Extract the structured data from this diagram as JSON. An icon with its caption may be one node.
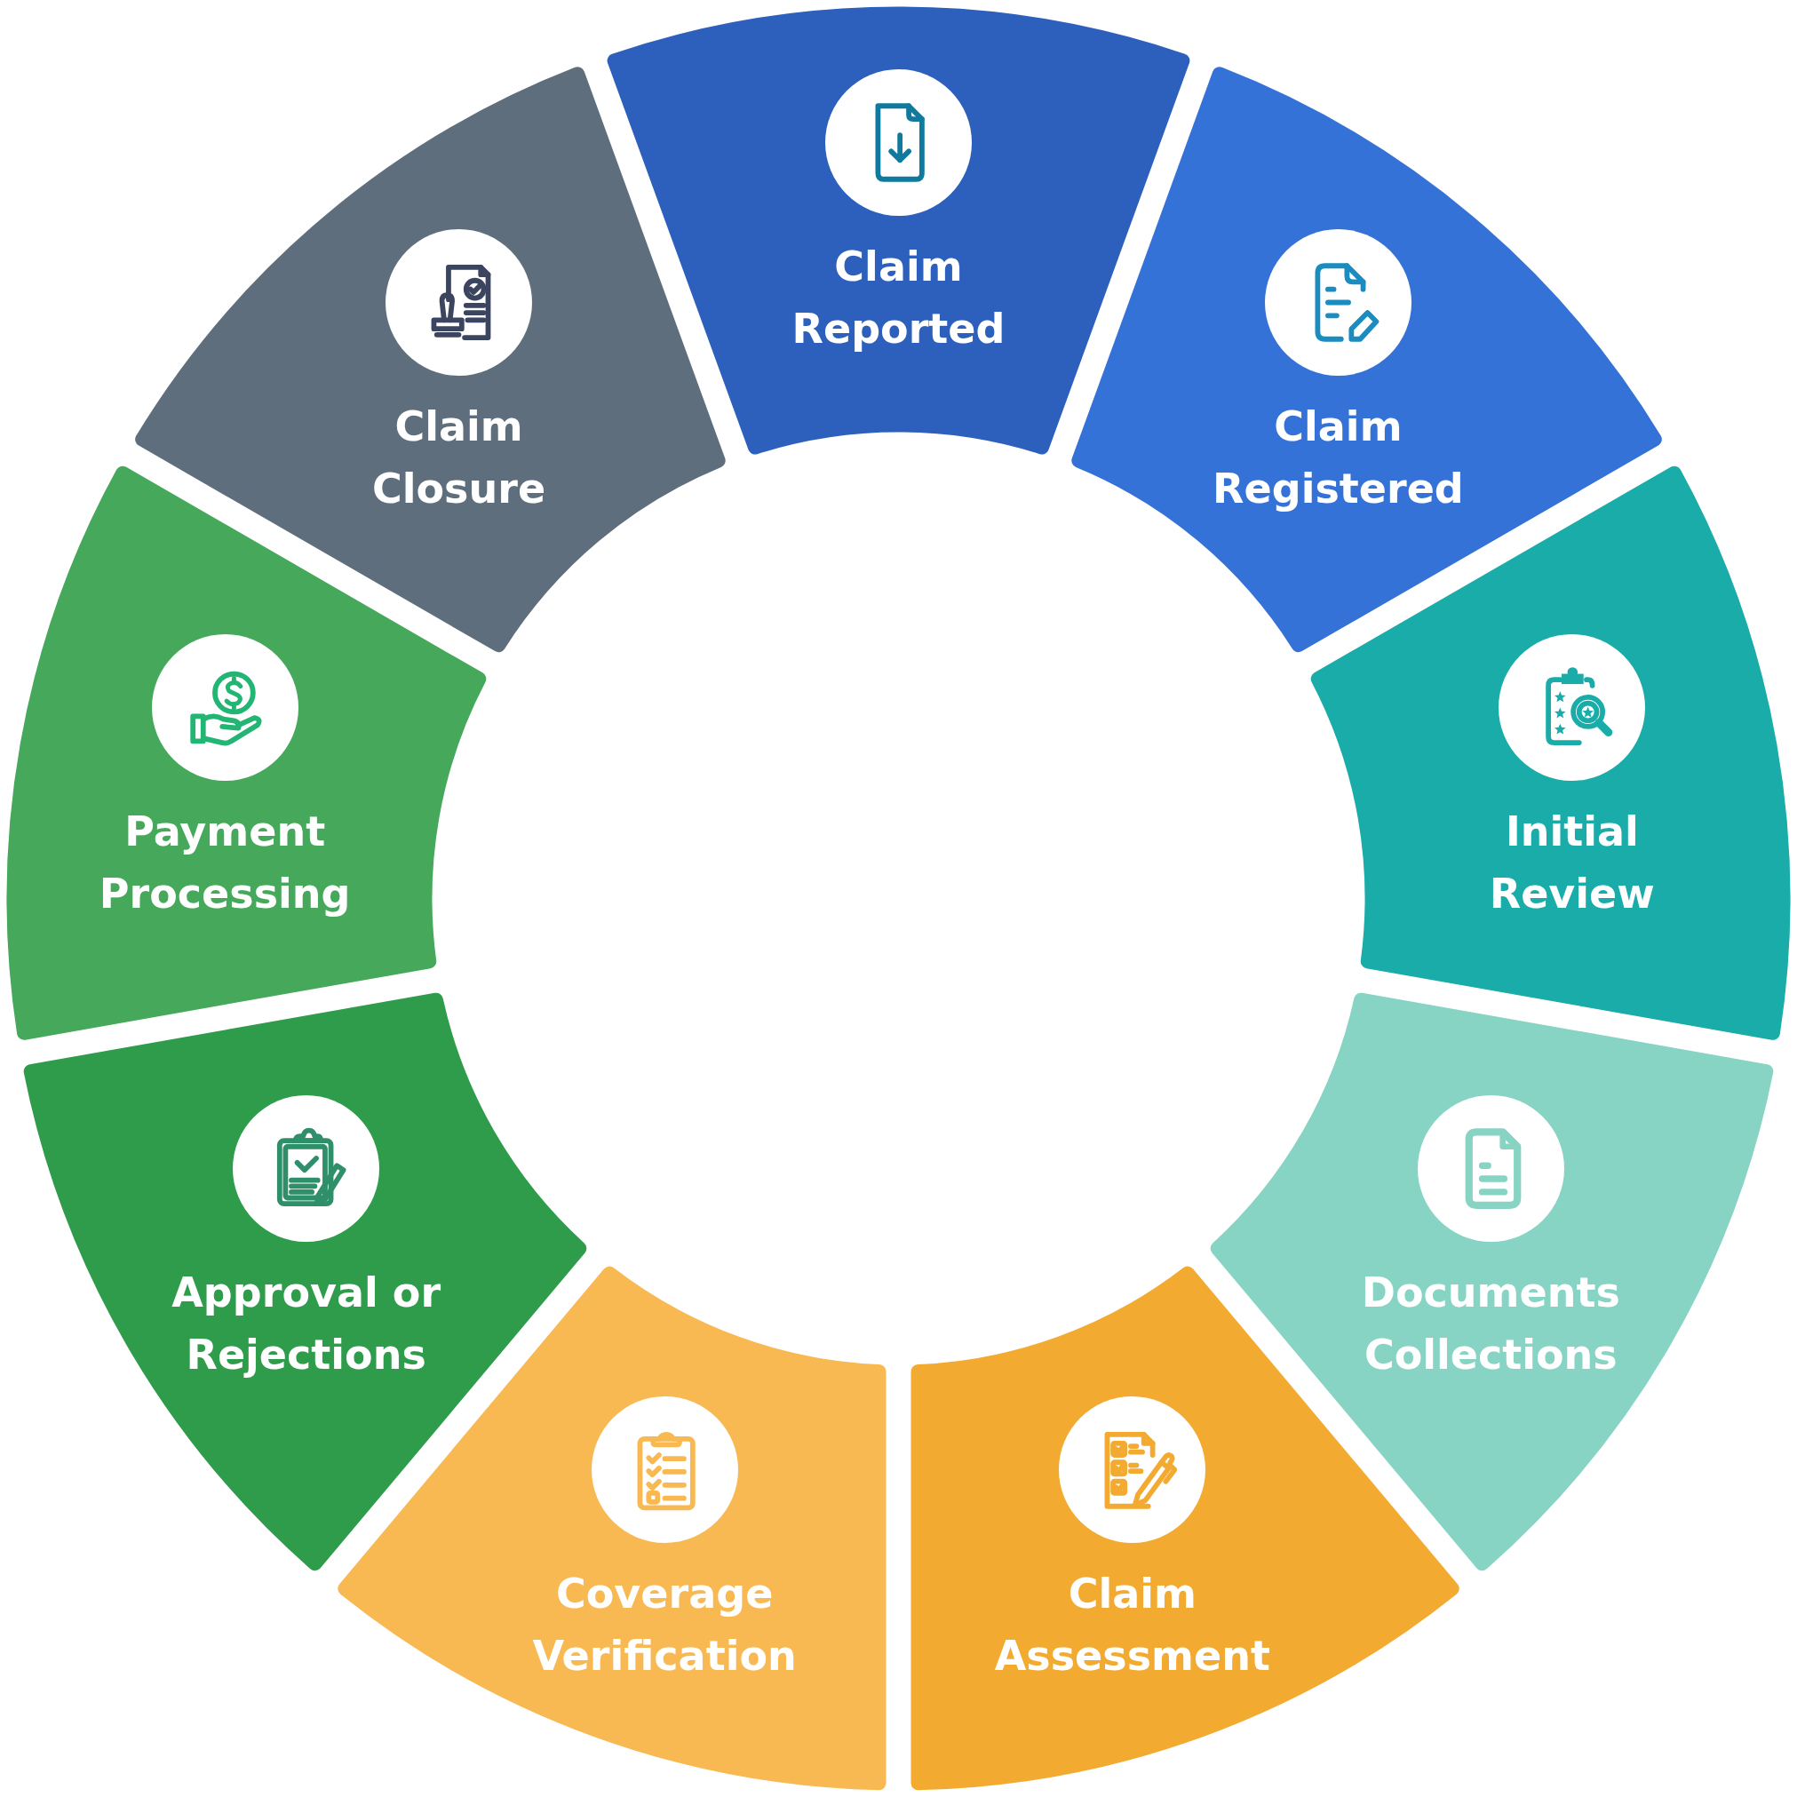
{
  "diagram": {
    "nodes": [
      {
        "text": [
          "Claim Reported"
        ]
      },
      {
        "text": [
          "Claim Registered"
        ]
      },
      {
        "text": [
          "Initial Review"
        ]
      },
      {
        "text": [
          "Documents Collections"
        ]
      },
      {
        "text": [
          "Claim Assessment"
        ]
      },
      {
        "text": [
          "Coverage Verification"
        ]
      },
      {
        "text": [
          "Approval or Rejections"
        ]
      },
      {
        "text": [
          "Payment Processing"
        ]
      },
      {
        "text": [
          "Claim Closure"
        ]
      }
    ]
  }
}
